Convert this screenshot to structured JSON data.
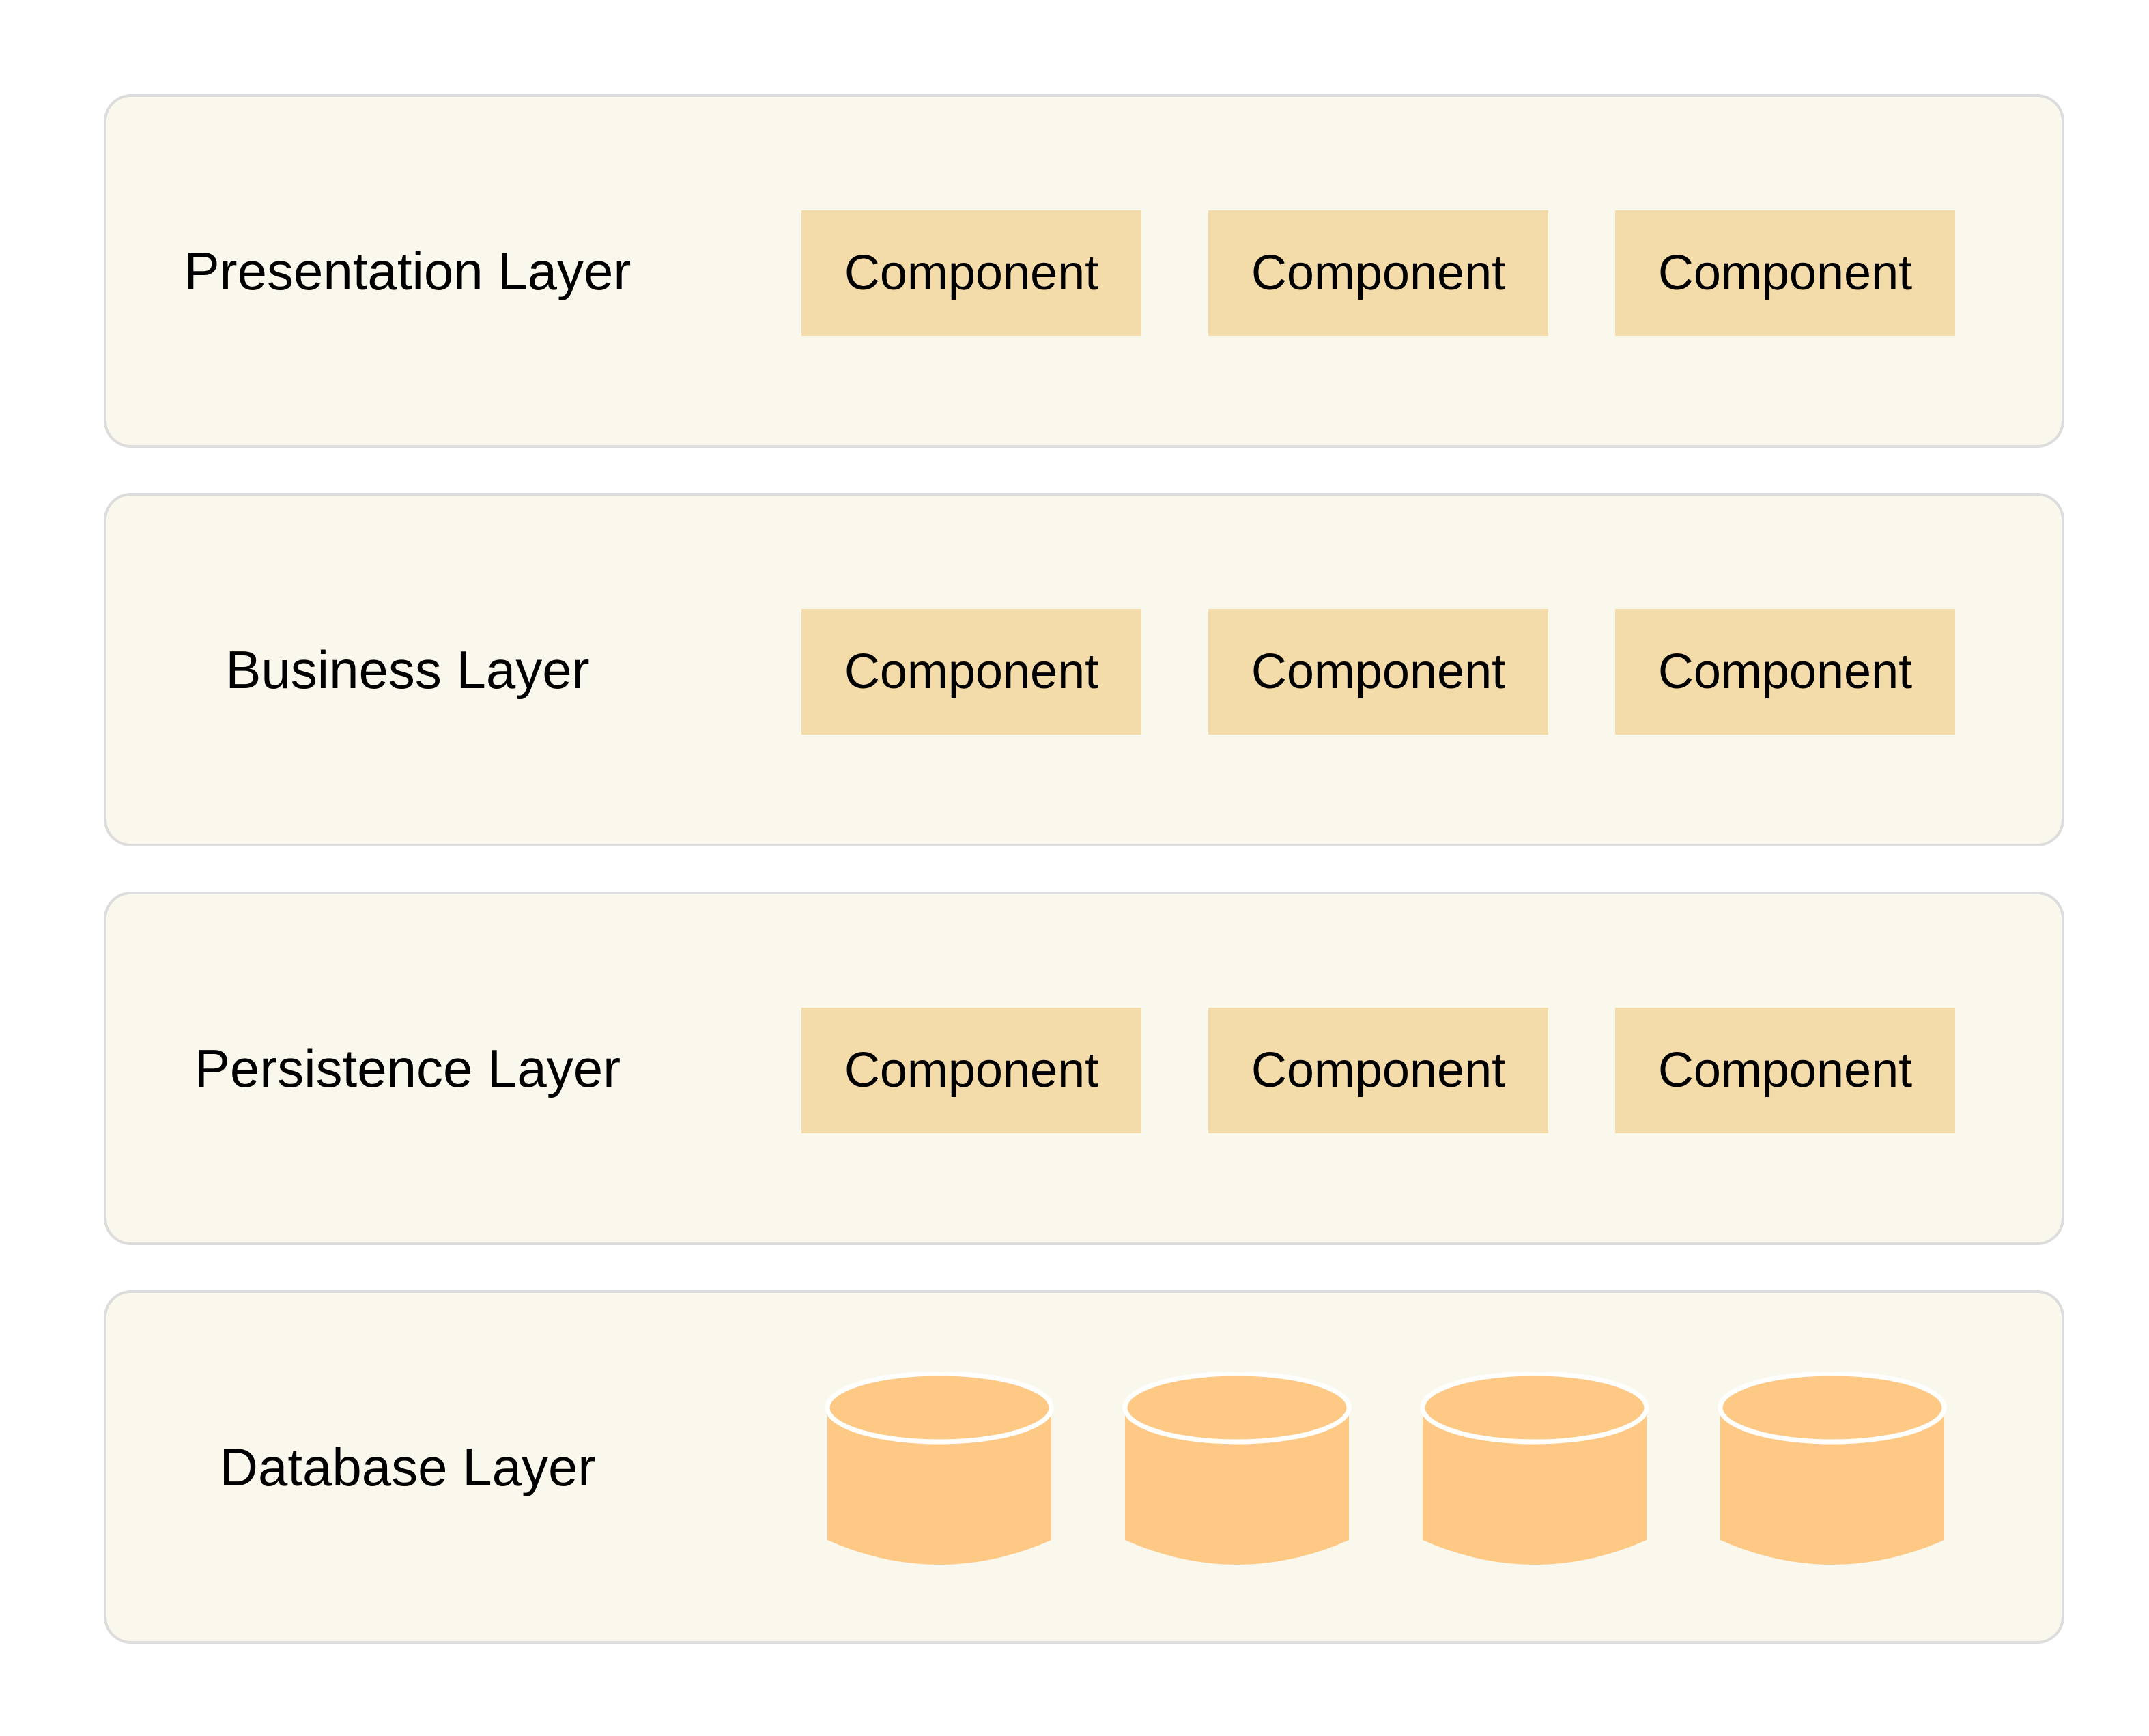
{
  "colors": {
    "layer_background": "#faf7ec",
    "layer_border": "#dcdcdc",
    "component_fill": "#f3dbaa",
    "database_fill": "#fdc985"
  },
  "layers": [
    {
      "label": "Presentation Layer",
      "components": [
        "Component",
        "Component",
        "Component"
      ]
    },
    {
      "label": "Business Layer",
      "components": [
        "Component",
        "Component",
        "Component"
      ]
    },
    {
      "label": "Persistence Layer",
      "components": [
        "Component",
        "Component",
        "Component"
      ]
    },
    {
      "label": "Database Layer",
      "databases": [
        "database-icon",
        "database-icon",
        "database-icon",
        "database-icon"
      ]
    }
  ]
}
